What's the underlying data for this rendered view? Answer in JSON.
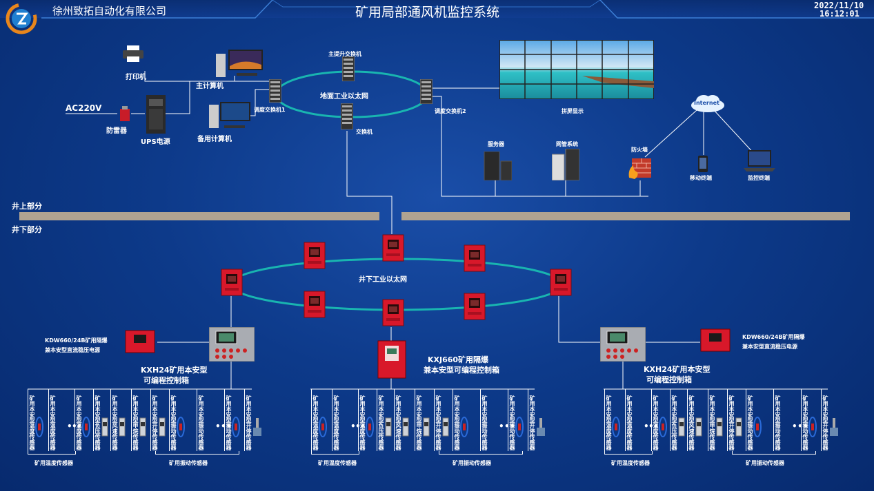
{
  "header": {
    "company": "徐州致拓自动化有限公司",
    "title": "矿用局部通风机监控系统",
    "date": "2022/11/10",
    "time": "16:12:01"
  },
  "colors": {
    "bg": "#0d3a8a",
    "ring": "#19b5b0",
    "red_device": "#d8182a",
    "ground": "#b0a391"
  },
  "surface": {
    "printer": "打印机",
    "main_pc": "主计算机",
    "backup_pc": "备用计算机",
    "ups": "UPS电源",
    "lightning": "防雷器",
    "ac": "AC220V",
    "dispatch_switch_1": "调度交换机1",
    "dispatch_switch_2": "调度交换机2",
    "lift_switch": "主提升交换机",
    "switch": "交换机",
    "surface_net": "地面工业以太网",
    "video_wall": "拼屏显示",
    "server": "服务器",
    "net_mgmt": "网管系统",
    "firewall": "防火墙",
    "internet": "Internet",
    "mobile": "移动终端",
    "monitor": "监控终端"
  },
  "zones": {
    "above": "井上部分",
    "below": "井下部分"
  },
  "underground": {
    "net": "井下工业以太网",
    "power_left": [
      "KDW660/24B矿用隔爆",
      "兼本安型直流稳压电源"
    ],
    "power_right": [
      "KDW660/24B矿用隔爆",
      "兼本安型直流稳压电源"
    ],
    "ctrl_left": [
      "KXH24矿用本安型",
      "可编程控制箱"
    ],
    "ctrl_right": [
      "KXH24矿用本安型",
      "可编程控制箱"
    ],
    "ctrl_center": [
      "KXJ660矿用隔爆",
      "兼本安型可编程控制箱"
    ]
  },
  "sensors": {
    "labels": [
      "矿用本安型温度传感器",
      "矿用本安型温度传感器",
      "矿用本安型温度传感器",
      "矿用本安型负压传感器",
      "矿用本安型风速传感器",
      "矿用本安型甲烷传感器",
      "矿用本安型开停传感器",
      "矿用本安型振动传感器",
      "矿用本安型振动传感器",
      "矿用本安型振动传感器",
      "矿用本安型开停传感器"
    ],
    "group_temp": "矿用温度传感器",
    "group_vib": "矿用振动传感器"
  }
}
